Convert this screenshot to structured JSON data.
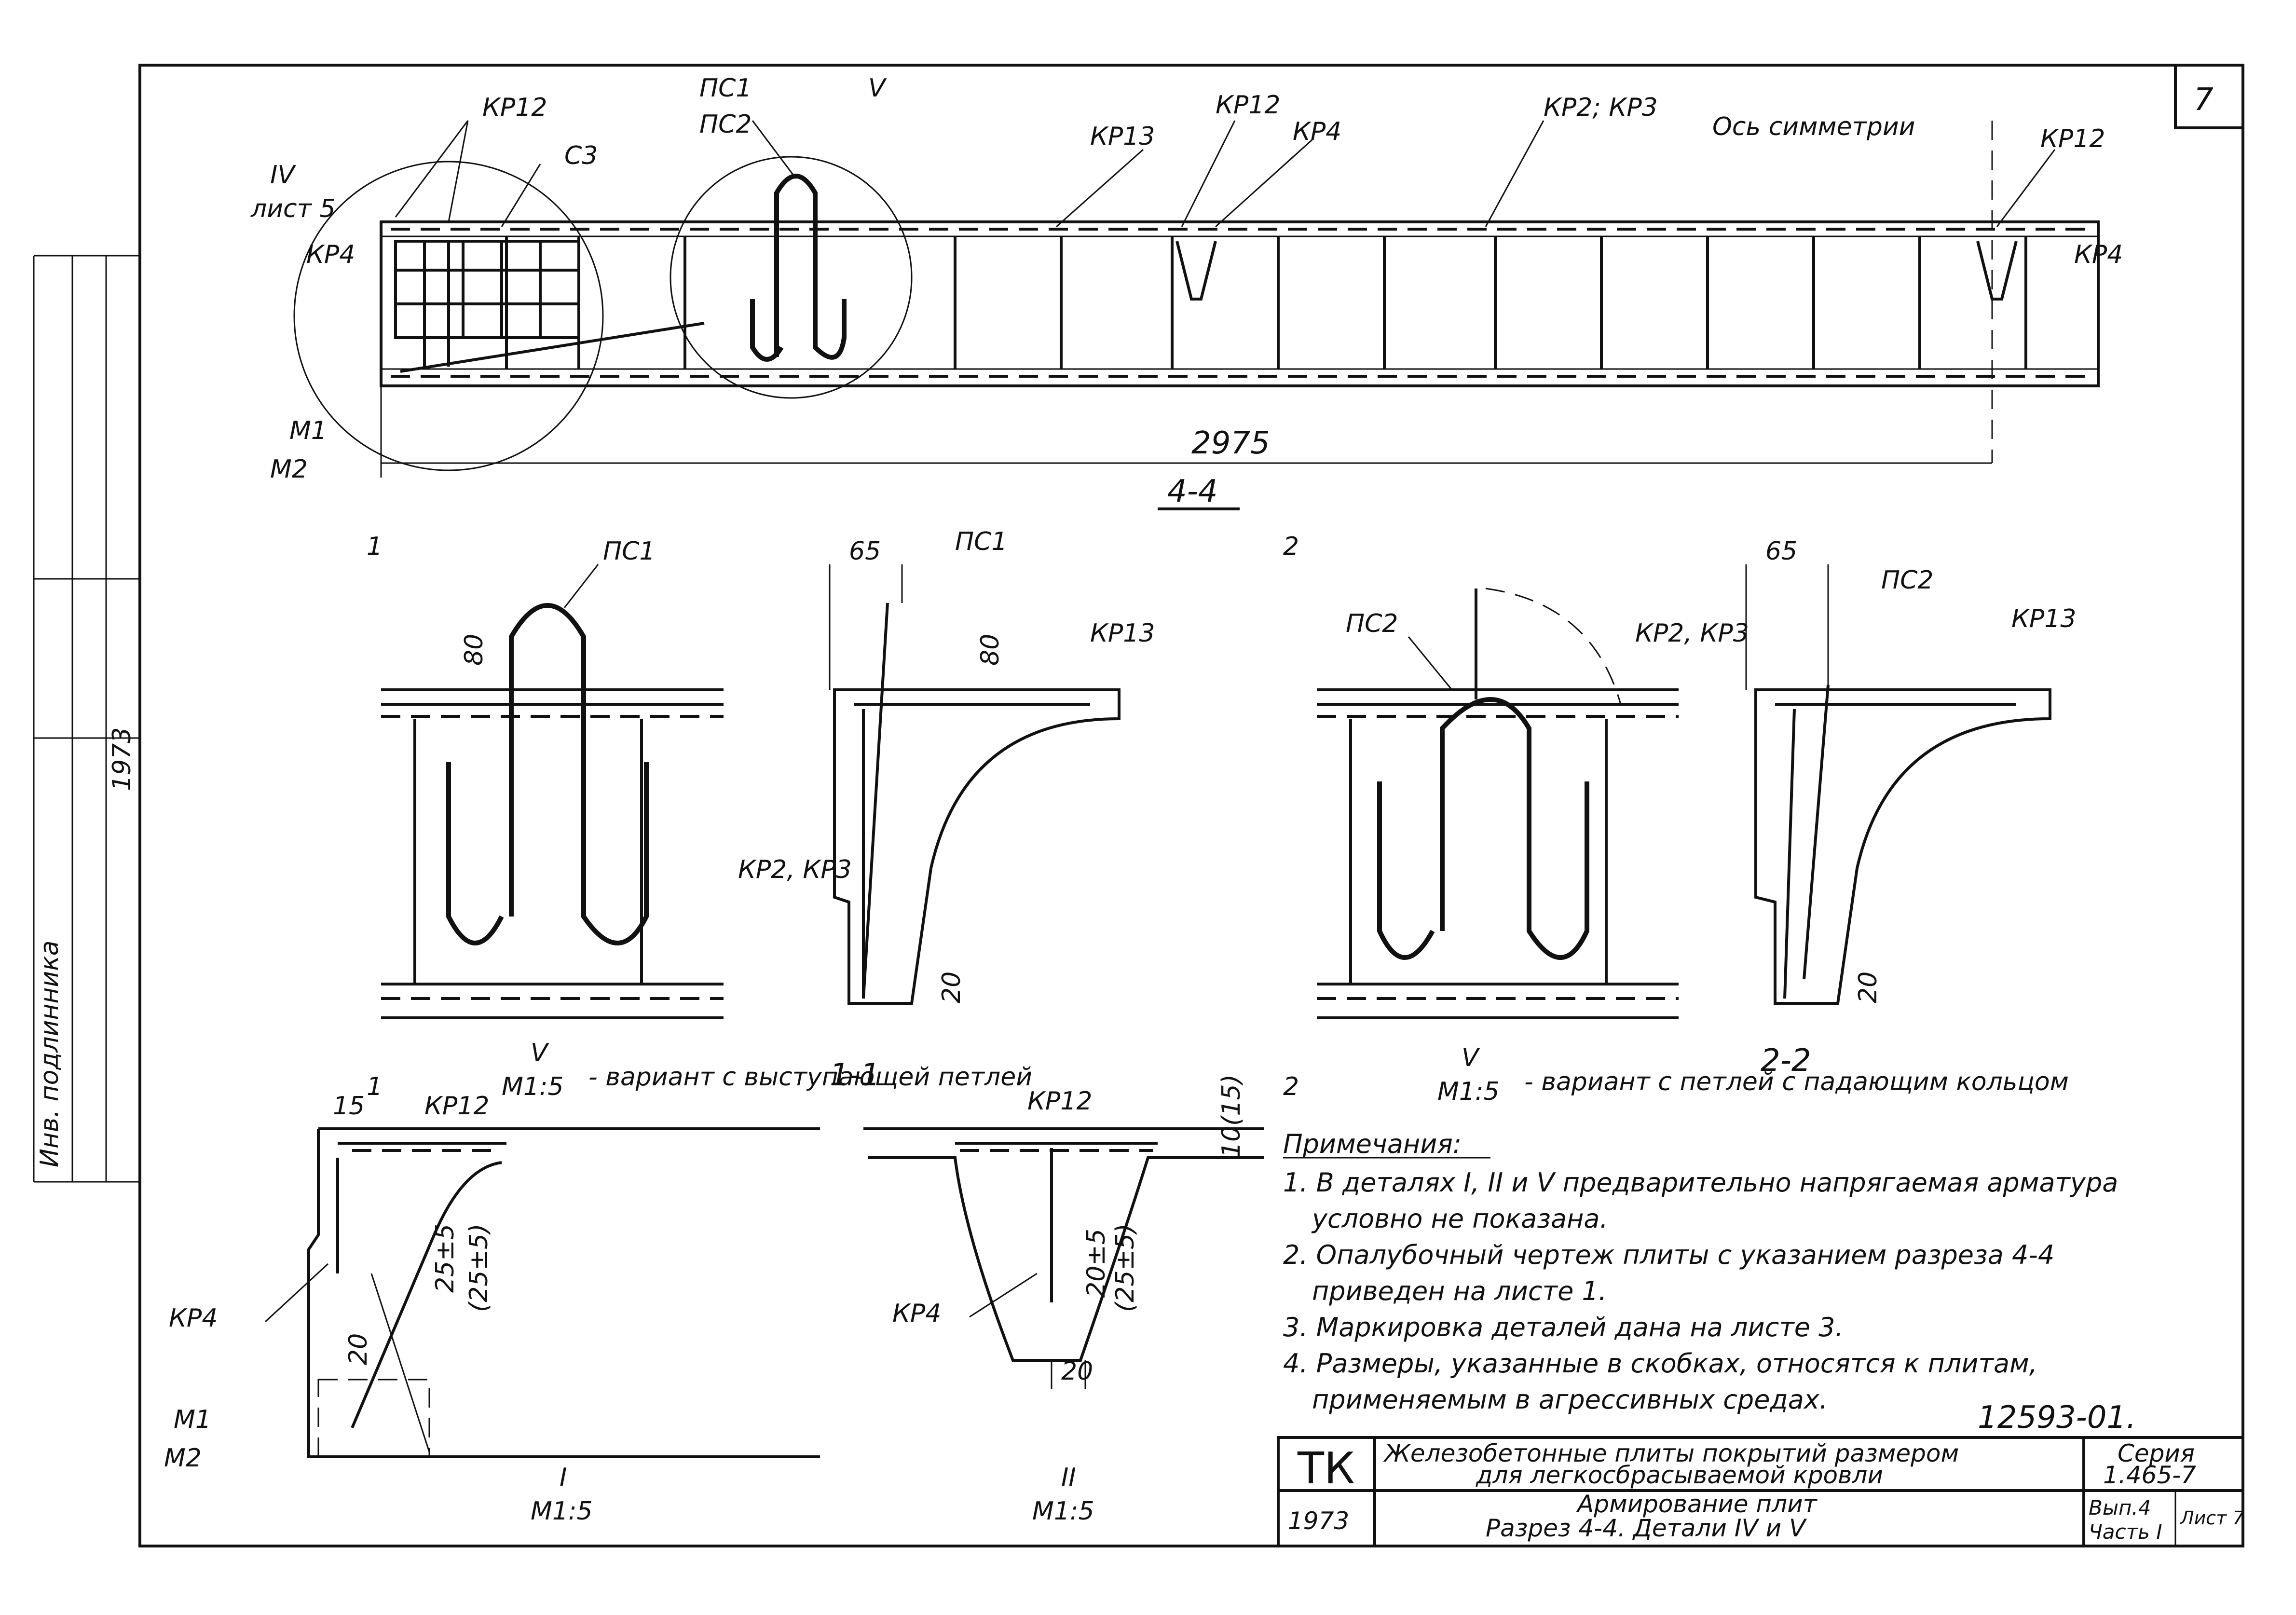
{
  "sheet": {
    "number": "7",
    "doc_code": "12593-01.",
    "side_year": "1973",
    "side_label": "Инв. подлинника"
  },
  "main_view": {
    "labels": [
      "КР12",
      "ПС1",
      "ПС2",
      "V",
      "КР13",
      "КР12",
      "КР4",
      "КР2; КР3",
      "Ось симметрии",
      "КР12",
      "IV",
      "лист 5",
      "С3",
      "КР4",
      "КР4",
      "М1",
      "М2"
    ],
    "dim_total": "2975",
    "section": "4-4"
  },
  "detail_v1": {
    "labels": [
      "ПС1",
      "1",
      "1",
      "80"
    ],
    "caption_num": "V",
    "caption_scale": "М1:5",
    "caption_text": "- вариант с выступающей петлей"
  },
  "section_1_1": {
    "labels": [
      "65",
      "ПС1",
      "80",
      "КР13",
      "КР2, КР3",
      "20"
    ],
    "caption": "1-1"
  },
  "detail_v2": {
    "labels": [
      "2",
      "ПС2",
      "2"
    ],
    "caption_num": "V",
    "caption_scale": "М1:5",
    "caption_text": "- вариант с петлей с падающим кольцом"
  },
  "section_2_2": {
    "labels": [
      "65",
      "КР2, КР3",
      "ПС2",
      "КР13",
      "20"
    ],
    "caption": "2-2"
  },
  "detail_i": {
    "labels": [
      "15",
      "КР12",
      "25±5",
      "(25±5)",
      "20",
      "КР4",
      "М1",
      "М2"
    ],
    "caption_num": "I",
    "caption_scale": "М1:5"
  },
  "detail_ii": {
    "labels": [
      "КР12",
      "10(15)",
      "20±5",
      "(25±5)",
      "КР4",
      "20"
    ],
    "caption_num": "II",
    "caption_scale": "М1:5"
  },
  "notes": {
    "title": "Примечания:",
    "items": [
      "1. В деталях I, II и V предварительно напрягаемая арматура",
      "условно не показана.",
      "2. Опалубочный чертеж плиты с указанием разреза 4-4",
      "приведен на листе 1.",
      "3. Маркировка деталей дана на листе 3.",
      "4. Размеры, указанные в скобках, относятся к плитам,",
      "применяемым в агрессивных средах."
    ]
  },
  "title_block": {
    "org": "ТК",
    "year": "1973",
    "title_line1": "Железобетонные плиты покрытий размером",
    "title_line2": "для легкосбрасываемой кровли",
    "subtitle_line1": "Армирование плит",
    "subtitle_line2": "Разрез 4-4. Детали IV и V",
    "series_label": "Серия",
    "series_value": "1.465-7",
    "issue_line1": "Вып.4",
    "issue_line2": "Часть I",
    "sheet_label": "Лист 7"
  }
}
